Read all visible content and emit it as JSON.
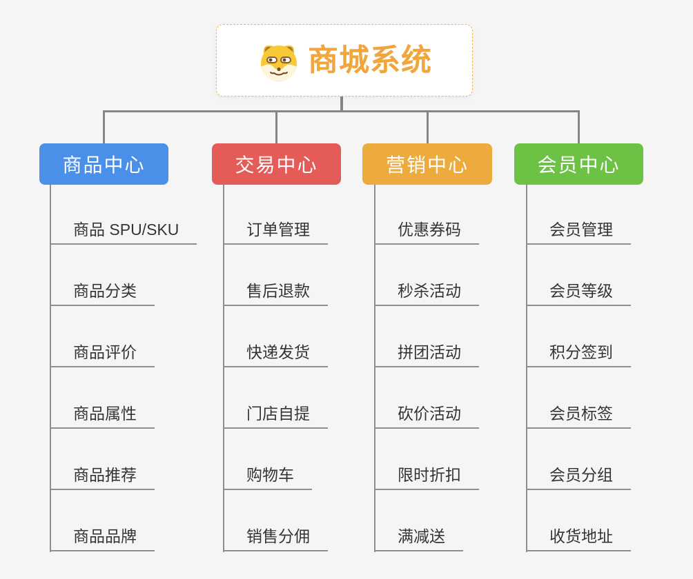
{
  "root": {
    "title": "商城系统",
    "icon": "doge-face-icon"
  },
  "branches": [
    {
      "label": "商品中心",
      "color": "#4a8fe8",
      "items": [
        "商品 SPU/SKU",
        "商品分类",
        "商品评价",
        "商品属性",
        "商品推荐",
        "商品品牌"
      ]
    },
    {
      "label": "交易中心",
      "color": "#e55b57",
      "items": [
        "订单管理",
        "售后退款",
        "快递发货",
        "门店自提",
        "购物车",
        "销售分佣"
      ]
    },
    {
      "label": "营销中心",
      "color": "#edab3e",
      "items": [
        "优惠券码",
        "秒杀活动",
        "拼团活动",
        "砍价活动",
        "限时折扣",
        "满减送"
      ]
    },
    {
      "label": "会员中心",
      "color": "#6dc145",
      "items": [
        "会员管理",
        "会员等级",
        "积分签到",
        "会员标签",
        "会员分组",
        "收货地址"
      ]
    }
  ],
  "colors": {
    "background": "#f5f5f6",
    "root_accent": "#f0a63d",
    "root_border": "#f2b54f",
    "connector": "#858585",
    "leaf_line": "#8e8e8e",
    "leaf_text": "#333333"
  }
}
